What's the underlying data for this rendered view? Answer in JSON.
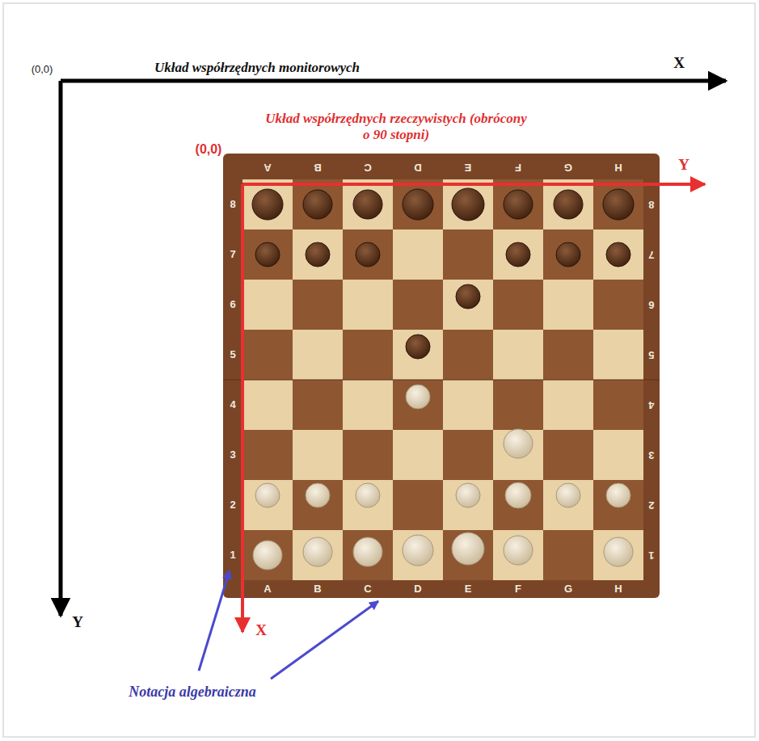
{
  "diagram": {
    "labels": [
      "(0,0)",
      "Układ współrzędnych monitorowych",
      "X",
      "Y",
      "Układ współrzędnych rzeczywistych (obrócony o 90 stopni)",
      "(0,0)",
      "Y",
      "X",
      "A",
      "B",
      "C",
      "D",
      "E",
      "F",
      "G",
      "H",
      "8",
      "7",
      "6",
      "5",
      "4",
      "3",
      "2",
      "1",
      "8",
      "7",
      "6",
      "5",
      "4",
      "3",
      "2",
      "1",
      "A",
      "B",
      "C",
      "D",
      "E",
      "F",
      "G",
      "H",
      "Notacja algebraiczna"
    ]
  }
}
